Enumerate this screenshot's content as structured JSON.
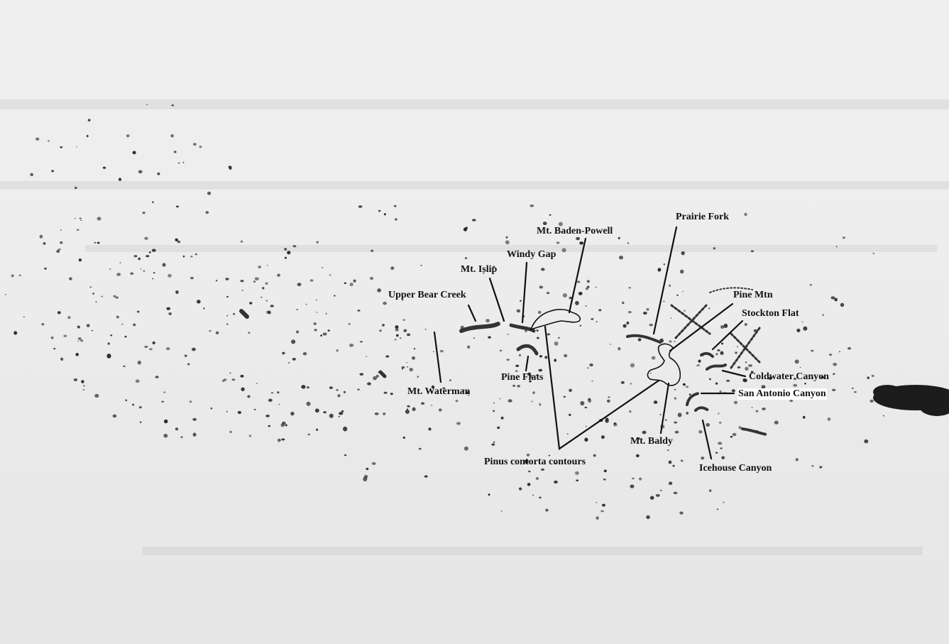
{
  "map": {
    "title": "",
    "labels": {
      "mt_baden_powell": "Mt. Baden-Powell",
      "prairie_fork": "Prairie Fork",
      "windy_gap": "Windy Gap",
      "mt_islip": "Mt. Islip",
      "upper_bear_creek": "Upper Bear Creek",
      "pine_mtn": "Pine Mtn",
      "stockton_flat": "Stockton Flat",
      "coldwater_canyon": "Coldwater Canyon",
      "san_antonio_canyon": "San Antonio Canyon",
      "pine_flats": "Pine Flats",
      "mt_waterman": "Mt. Waterman",
      "mt_baldy": "Mt. Baldy",
      "pinus_contorta_contours": "Pinus contorta contours",
      "icehouse_canyon": "Icehouse Canyon"
    },
    "colors": {
      "paper": "#ececec",
      "ink": "#111111",
      "dots": "#2a2a2a"
    }
  }
}
